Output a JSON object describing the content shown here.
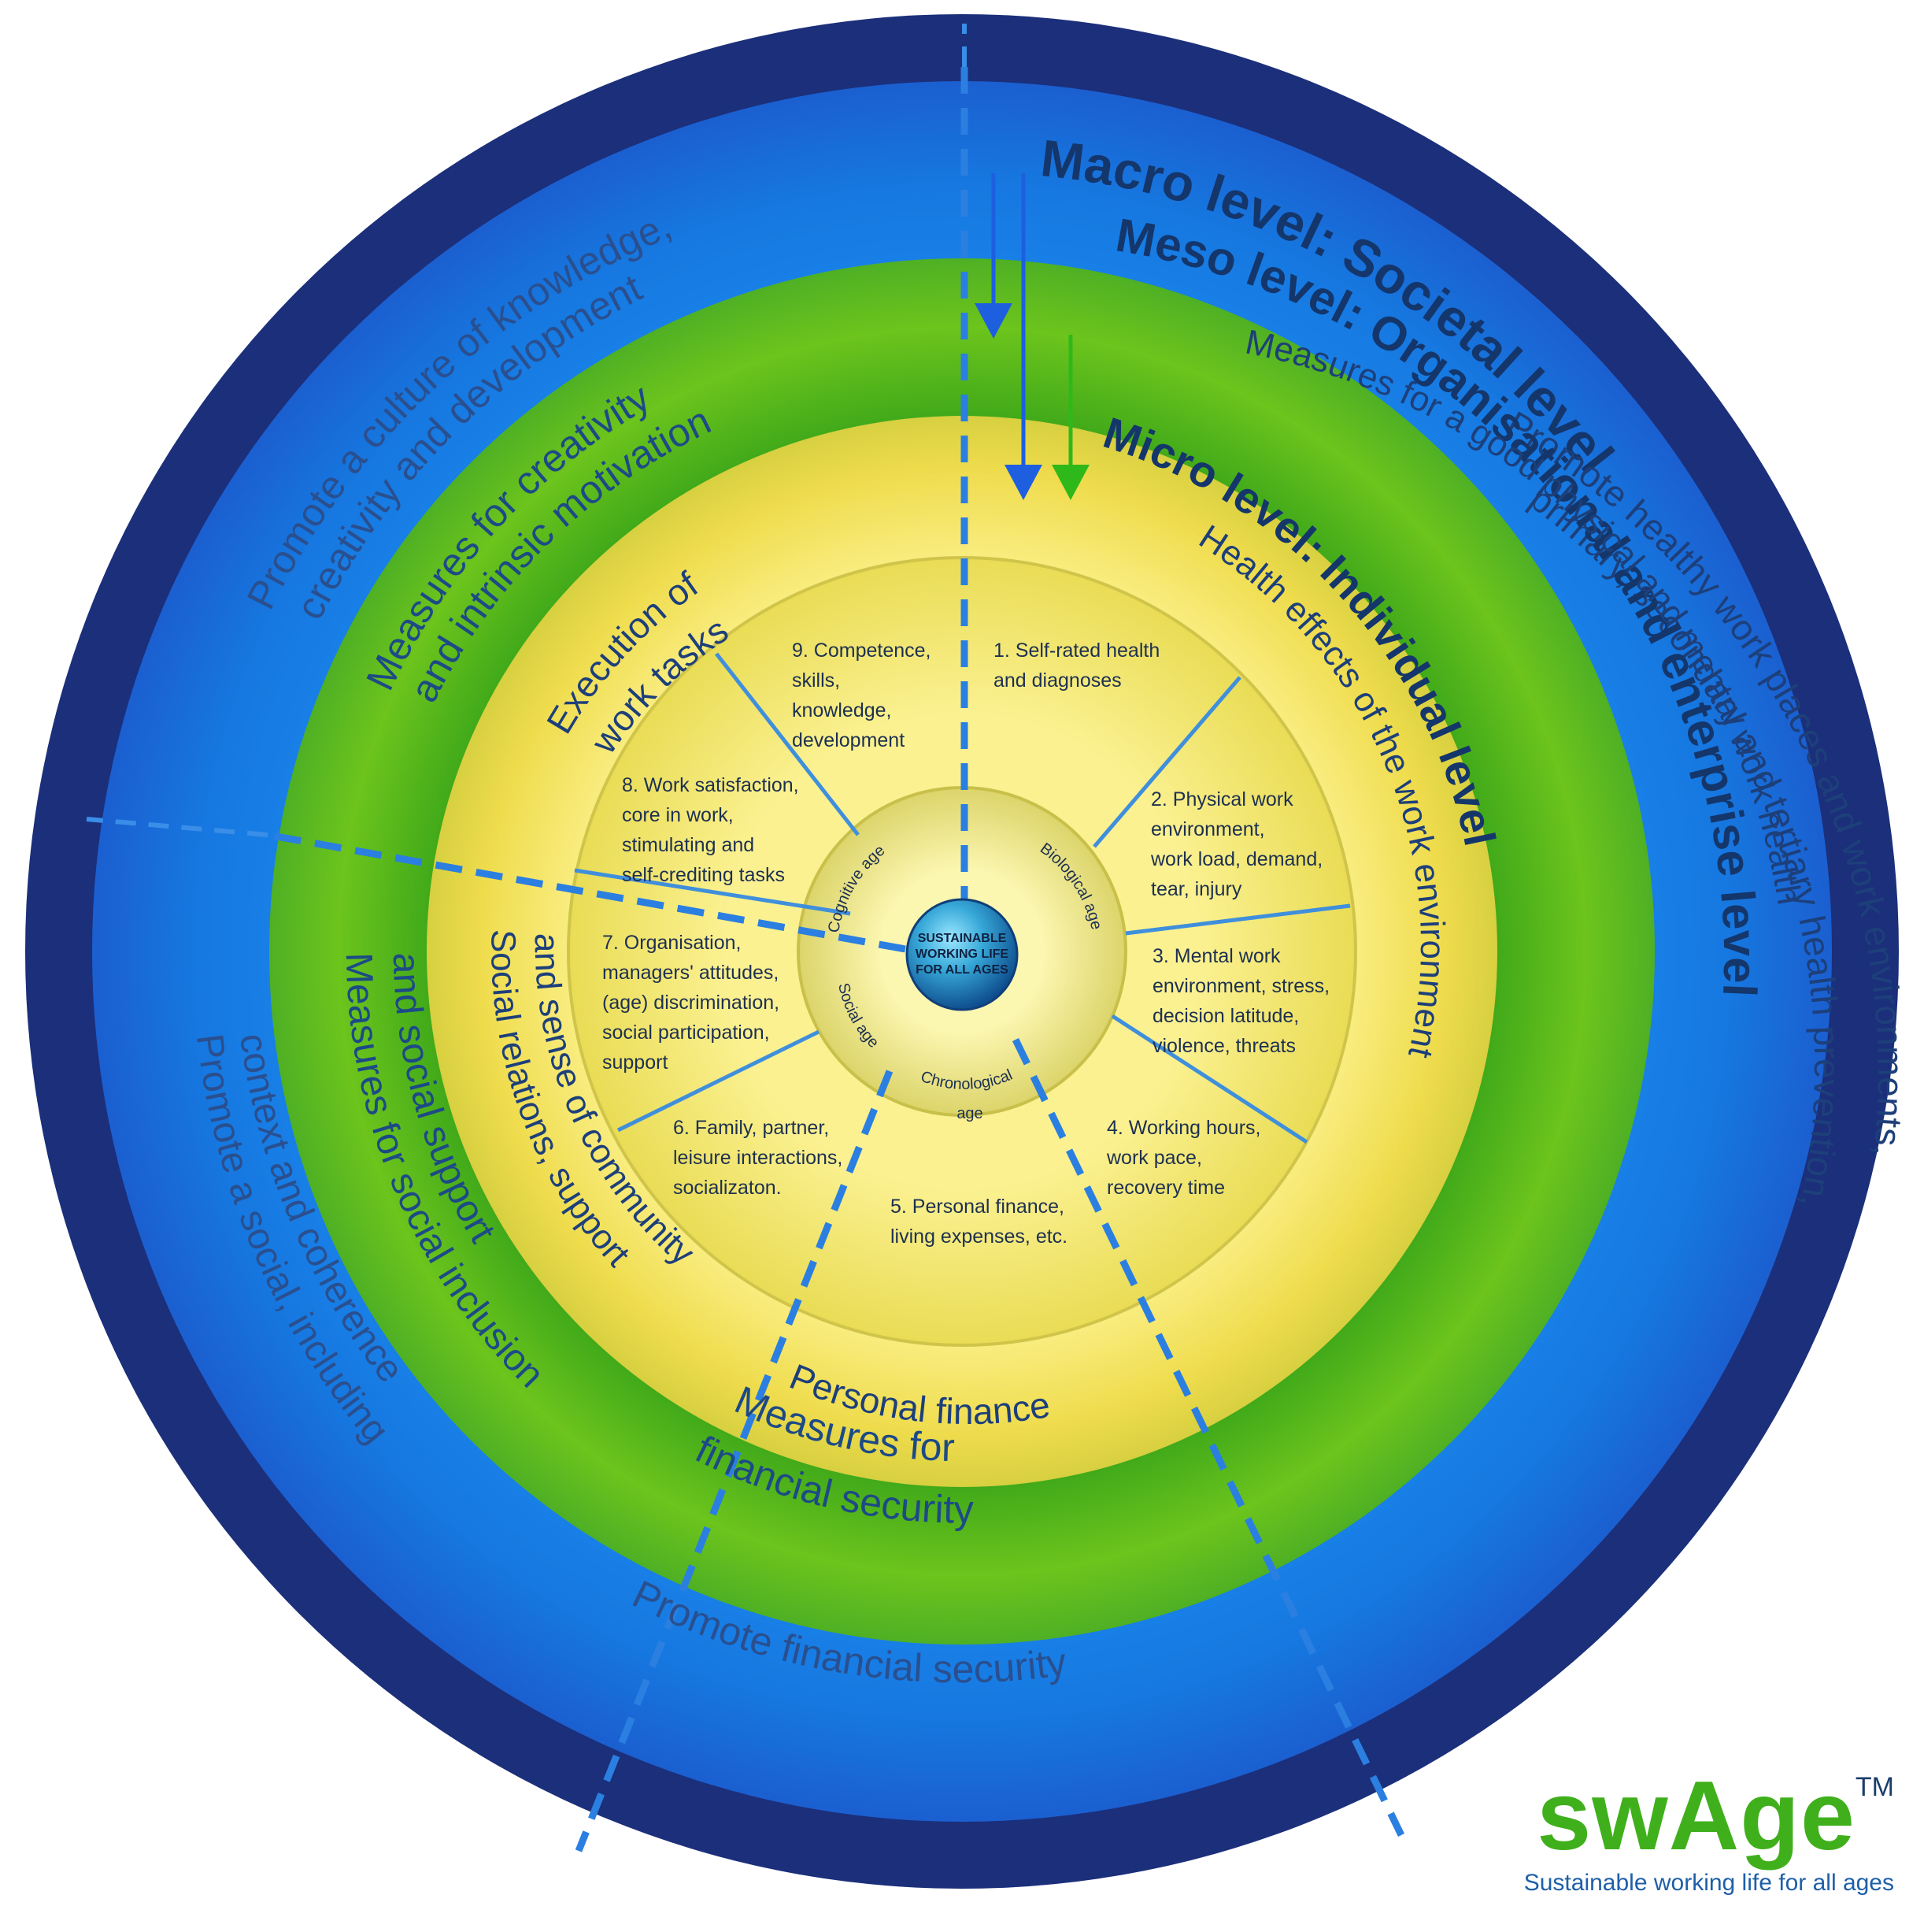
{
  "levels": {
    "macro_title": "Macro level: Societal level",
    "meso_title": "Meso level: Organisational and enterprise level",
    "micro_title": "Micro level: Individual level"
  },
  "macro": {
    "line1": "Promote healthy work places and work environments,",
    "line2": "primary, secondary and tertiary health prevention,",
    "knowledge_1": "Promote a culture of knowledge,",
    "knowledge_2": "creativity and development",
    "social_1": "Promote a social, including",
    "social_2": "context and coherence",
    "financial": "Promote financial security"
  },
  "meso": {
    "health": "Measures for a good physical and mental work health",
    "creativity_1": "Measures for creativity",
    "creativity_2": "and intrinsic motivation",
    "inclusion_1": "Measures for social inclusion",
    "inclusion_2": "and social support",
    "financial_1": "Measures for",
    "financial_2": "financial security"
  },
  "micro": {
    "health": "Health effects of the work environment",
    "execution_1": "Execution of",
    "execution_2": "work tasks",
    "social_1": "Social relations, support",
    "social_2": "and sense of community",
    "finance": "Personal finance"
  },
  "factors": [
    {
      "lines": [
        "1. Self-rated health",
        "and diagnoses"
      ]
    },
    {
      "lines": [
        "2. Physical work",
        "environment,",
        "work load, demand,",
        "tear, injury"
      ]
    },
    {
      "lines": [
        "3. Mental work",
        "environment, stress,",
        "decision latitude,",
        "violence, threats"
      ]
    },
    {
      "lines": [
        "4. Working hours,",
        "work pace,",
        "recovery time"
      ]
    },
    {
      "lines": [
        "5. Personal finance,",
        "living expenses, etc."
      ]
    },
    {
      "lines": [
        "6. Family, partner,",
        "leisure interactions,",
        "socializaton."
      ]
    },
    {
      "lines": [
        "7. Organisation,",
        "managers' attitudes,",
        "(age) discrimination,",
        "social participation,",
        "support"
      ]
    },
    {
      "lines": [
        "8. Work satisfaction,",
        "core in work,",
        "stimulating and",
        "self-crediting tasks"
      ]
    },
    {
      "lines": [
        "9. Competence,",
        "skills,",
        "knowledge,",
        "development"
      ]
    }
  ],
  "ages": {
    "cognitive": "Cognitive age",
    "biological": "Biological age",
    "social": "Social age",
    "chrono_1": "Chronological",
    "chrono_2": "age"
  },
  "center": {
    "line1": "SUSTAINABLE",
    "line2": "WORKING LIFE",
    "line3": "FOR ALL AGES"
  },
  "brand": {
    "name": "swAge",
    "tm": "TM",
    "tagline": "Sustainable working life for all ages"
  },
  "colors": {
    "outer_rim": "#1b2f7a",
    "macro_ring": "#1a82e6",
    "meso_ring": "#5cbd16",
    "micro_ring": "#f3e55a",
    "dark_text": "#14366b",
    "green_text": "#1d7a18",
    "arrow_blue": "#1e5fe0",
    "arrow_green": "#2fb81a",
    "divider": "#2b7fe0"
  }
}
